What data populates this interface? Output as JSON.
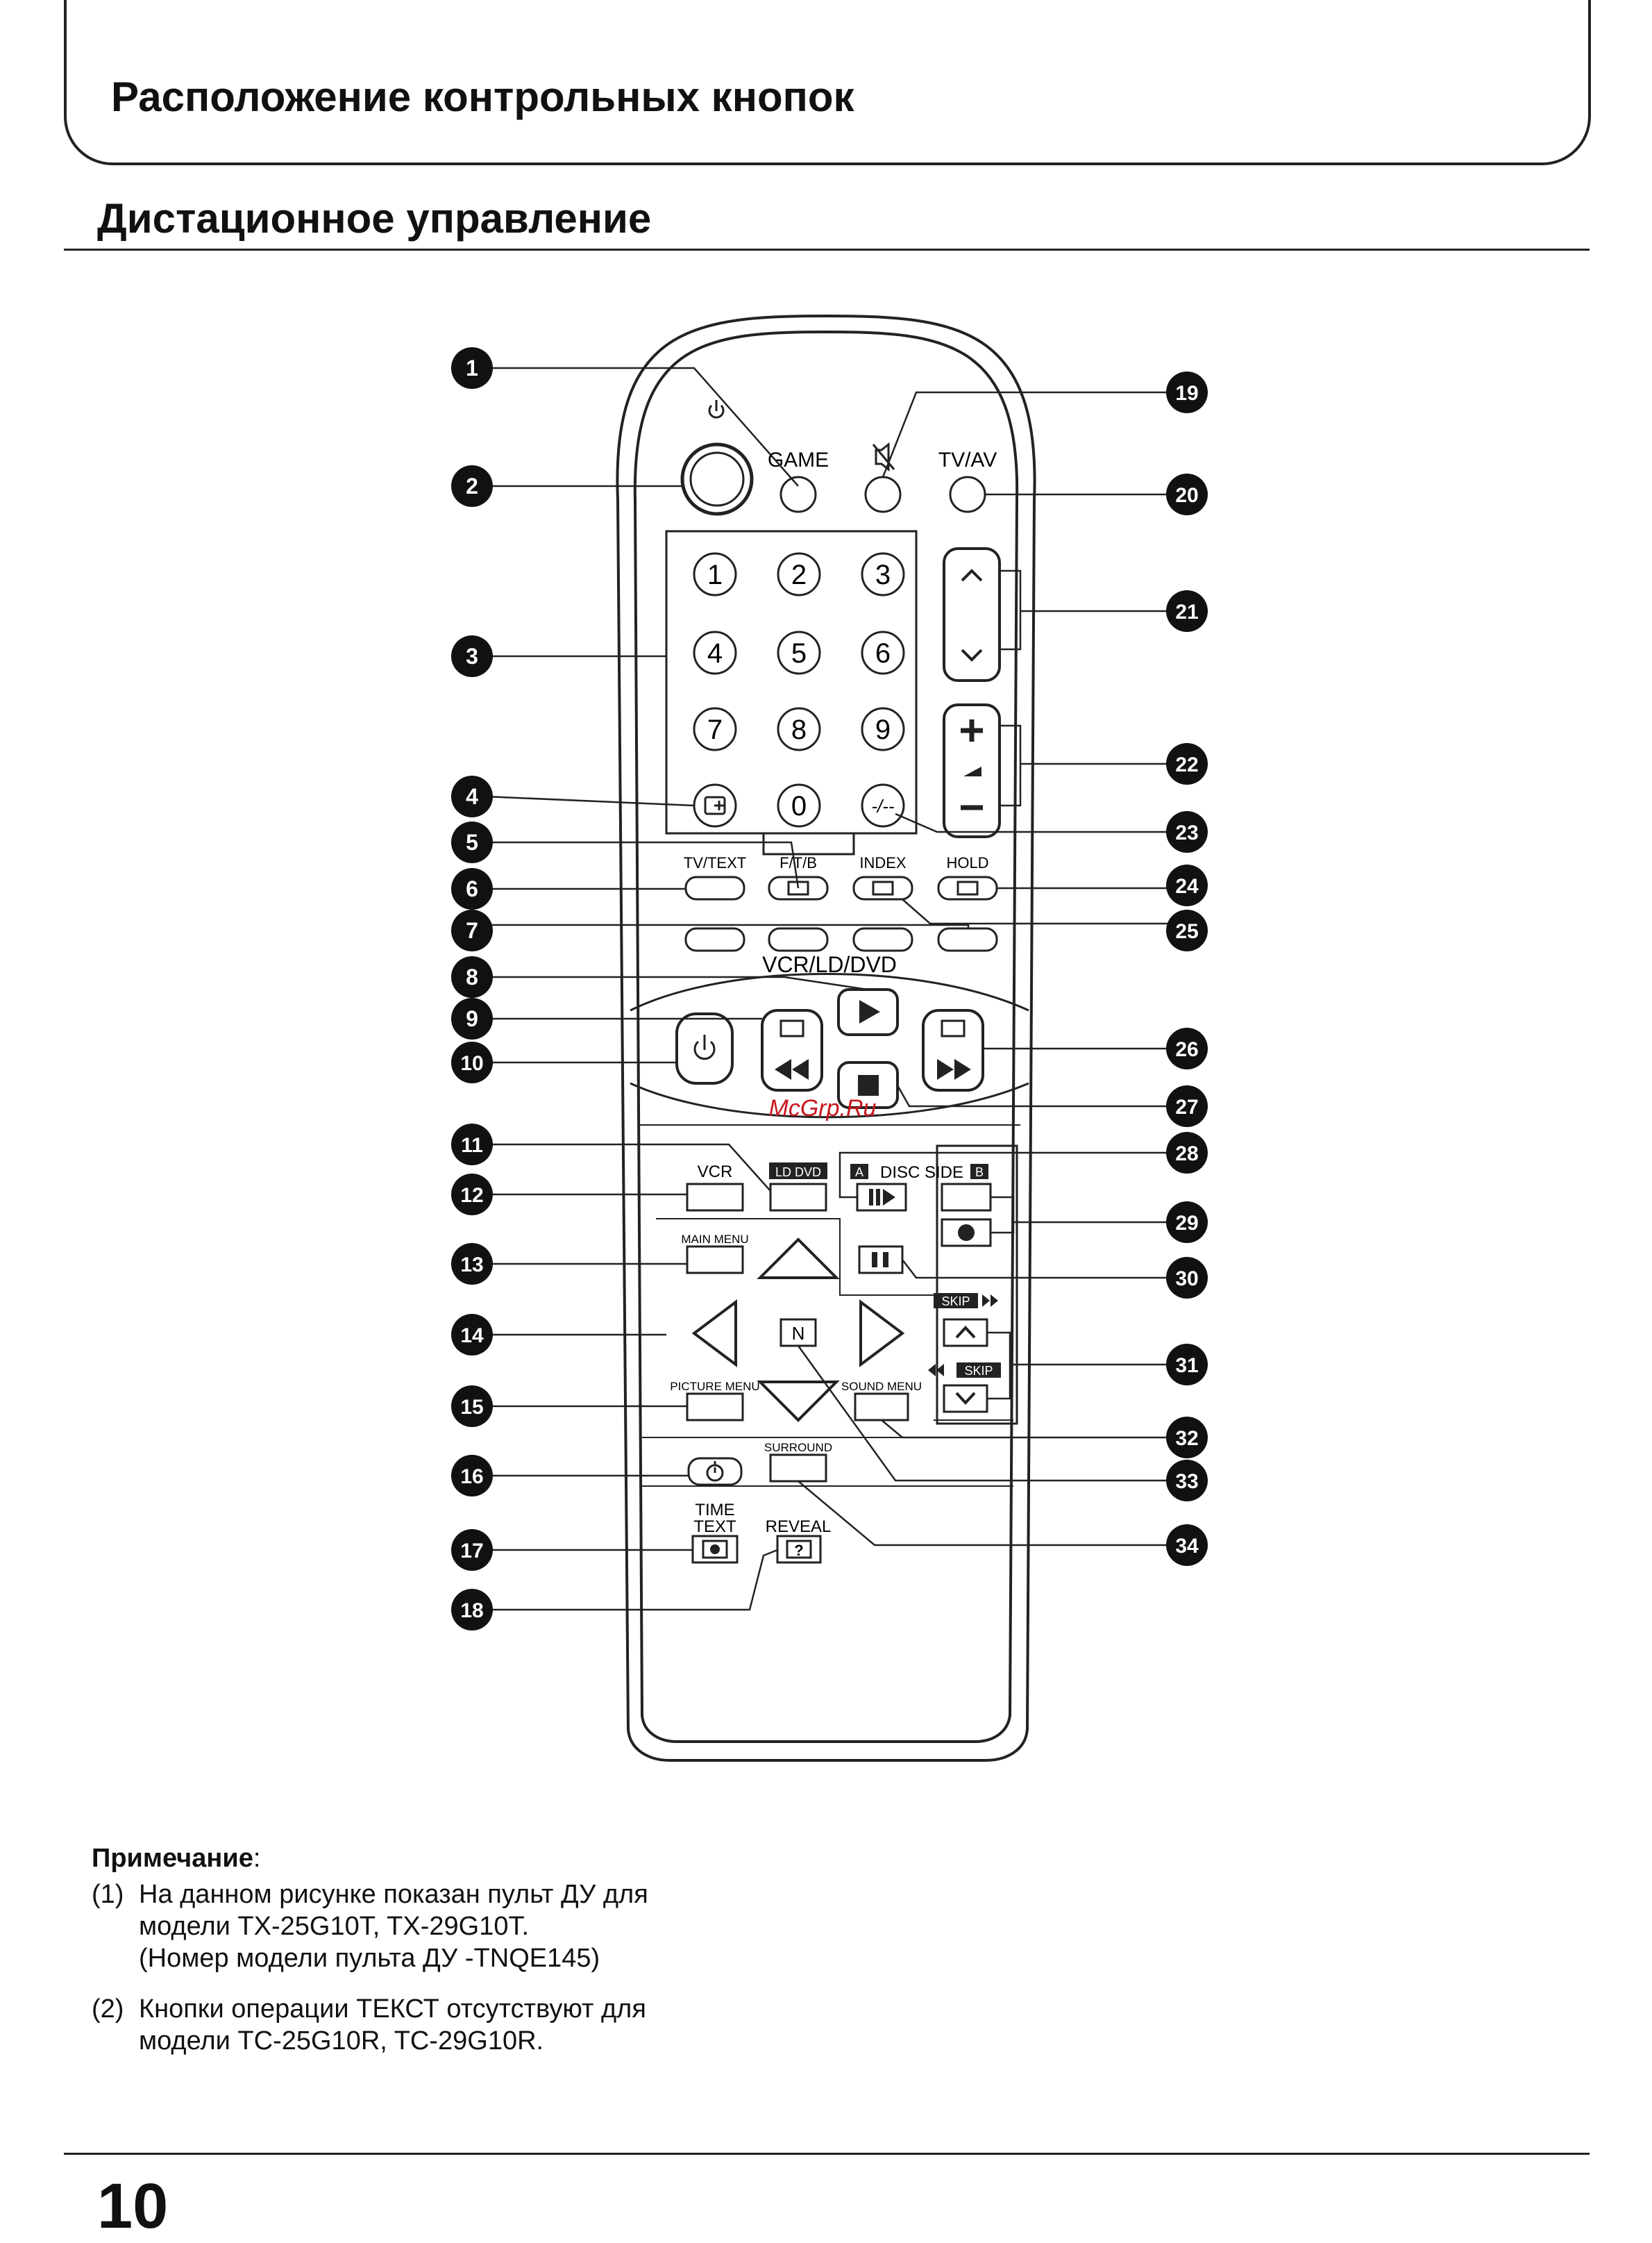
{
  "page": {
    "heading": "Расположение контрольных кнопок",
    "section_title": "Дистационное управление",
    "page_number": "10"
  },
  "remote": {
    "watermark": "McGrp.Ru",
    "top_row": [
      "GAME",
      "TV/AV"
    ],
    "digits": [
      "1",
      "2",
      "3",
      "4",
      "5",
      "6",
      "7",
      "8",
      "9",
      "0"
    ],
    "dash_key": "-/--",
    "text_keys": [
      "TV/TEXT",
      "F/T/B",
      "INDEX",
      "HOLD"
    ],
    "vcr_group_label": "VCR/LD/DVD",
    "source_keys": [
      "VCR",
      "LD DVD"
    ],
    "disc_side": {
      "left_badge": "A",
      "label": "DISC SIDE",
      "right_badge": "B"
    },
    "menu_keys": [
      "MAIN MENU",
      "PICTURE MENU",
      "SOUND MENU",
      "SURROUND"
    ],
    "n_key": "N",
    "skip": {
      "up": "SKIP",
      "down": "SKIP"
    },
    "time_text": [
      "TIME",
      "TEXT"
    ],
    "reveal": "REVEAL",
    "reveal_glyph": "?"
  },
  "callouts": [
    "1",
    "2",
    "3",
    "4",
    "5",
    "6",
    "7",
    "8",
    "9",
    "10",
    "11",
    "12",
    "13",
    "14",
    "15",
    "16",
    "17",
    "18",
    "19",
    "20",
    "21",
    "22",
    "23",
    "24",
    "25",
    "26",
    "27",
    "28",
    "29",
    "30",
    "31",
    "32",
    "33",
    "34"
  ],
  "notes": {
    "title": "Примечание",
    "items": [
      {
        "num": "(1)",
        "lines": [
          "На данном рисунке показан пульт ДУ для",
          "модели TX-25G10T, TX-29G10T.",
          "(Номер модели пульта ДУ -TNQE145)"
        ]
      },
      {
        "num": "(2)",
        "lines": [
          "Кнопки операции ТЕКСТ отсутствуют для",
          "модели TC-25G10R, TC-29G10R."
        ]
      }
    ]
  }
}
